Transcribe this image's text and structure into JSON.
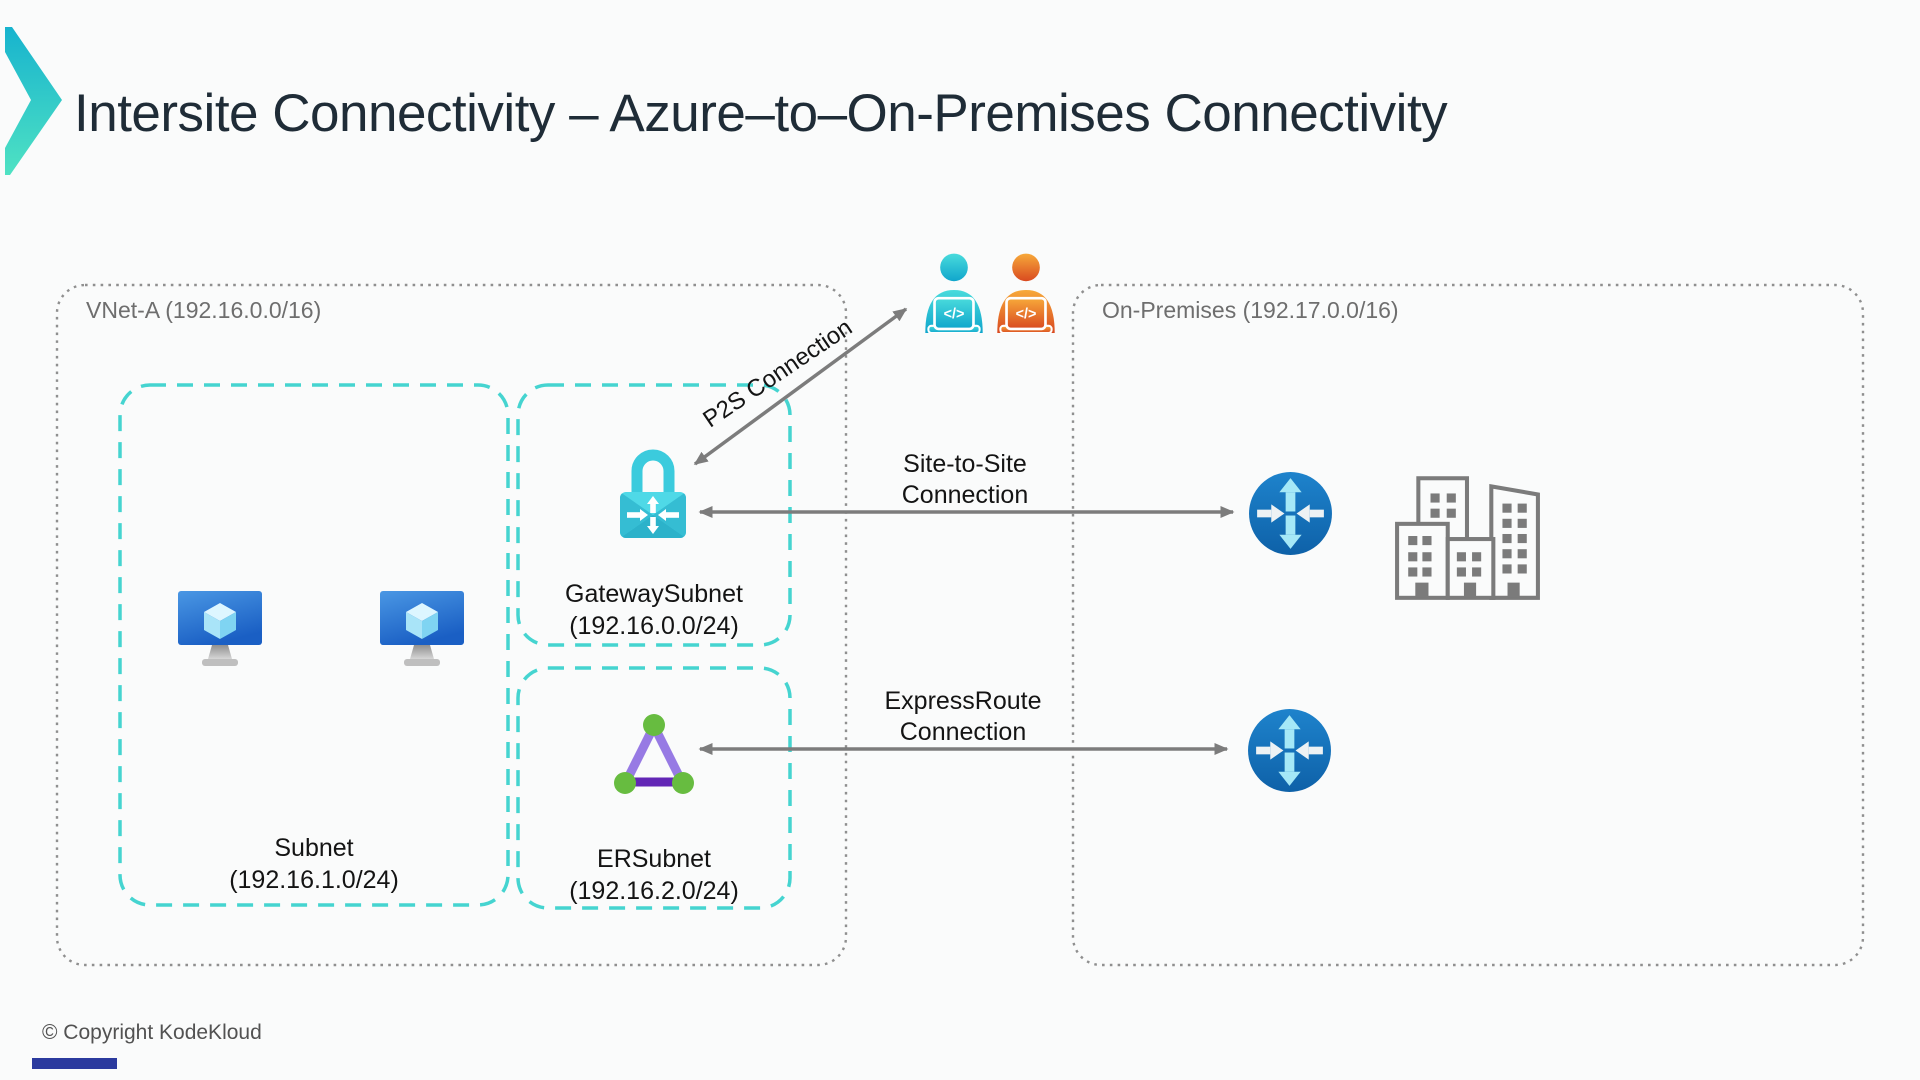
{
  "header": {
    "title": "Intersite Connectivity – Azure–to–On-Premises Connectivity"
  },
  "vnet": {
    "label": "VNet-A (192.16.0.0/16)",
    "subnet": {
      "name": "Subnet",
      "cidr": "(192.16.1.0/24)"
    },
    "gateway_subnet": {
      "name": "GatewaySubnet",
      "cidr": "(192.16.0.0/24)"
    },
    "er_subnet": {
      "name": "ERSubnet",
      "cidr": "(192.16.2.0/24)"
    }
  },
  "on_premises": {
    "label": "On-Premises (192.17.0.0/16)"
  },
  "connections": {
    "p2s": {
      "label": "P2S Connection"
    },
    "site_to_site": {
      "line1": "Site-to-Site",
      "line2": "Connection"
    },
    "express_route": {
      "line1": "ExpressRoute",
      "line2": "Connection"
    }
  },
  "icons": {
    "code_glyph": "</>",
    "names": [
      "chevron-logo",
      "vm-icon",
      "vpn-gateway-lock-icon",
      "expressroute-circuit-icon",
      "developer-teal-icon",
      "developer-orange-icon",
      "router-icon",
      "office-building-icon"
    ]
  },
  "footer": {
    "copyright": "© Copyright KodeKloud"
  },
  "colors": {
    "background": "#fafbfb",
    "title_text": "#1f2c37",
    "zone_label_gray": "#6e6e6e",
    "dotted_border_gray": "#8f8f8f",
    "dashed_border_teal": "#45d4d0",
    "arrow_gray": "#7c7c7c",
    "router_blue": "#1474bc",
    "vm_screen_blue": "#2f7ad2",
    "lock_teal": "#3ecddf",
    "er_purple_light": "#977ae4",
    "er_purple_dark": "#6226b5",
    "er_green": "#67bc40",
    "person_teal": "#2fd0d6",
    "person_orange": "#e8732c",
    "logo_gradient_top": "#17b3ce",
    "logo_gradient_bottom": "#4fe2c3",
    "footer_bar_blue": "#2b3a9e"
  }
}
